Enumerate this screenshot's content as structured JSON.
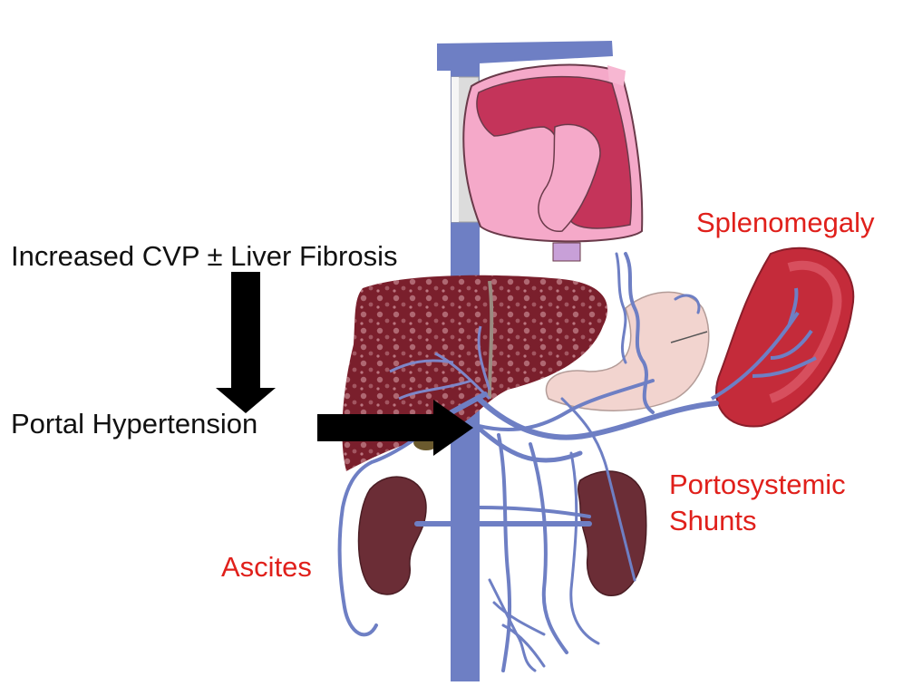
{
  "labels": {
    "cvp_fibrosis": "Increased CVP ± Liver Fibrosis",
    "portal_hypertension": "Portal Hypertension",
    "splenomegaly": "Splenomegaly",
    "portosystemic_line1": "Portosystemic",
    "portosystemic_line2": "Shunts",
    "ascites": "Ascites"
  },
  "colors": {
    "label_red": "#e0201b",
    "label_black": "#111111",
    "vessel_blue": "#6e7fc4",
    "heart": "#c4345a",
    "liver": "#7a1f2c",
    "spleen": "#c42b3a",
    "stomach": "#f2d4cf",
    "kidney": "#6b2d36"
  }
}
